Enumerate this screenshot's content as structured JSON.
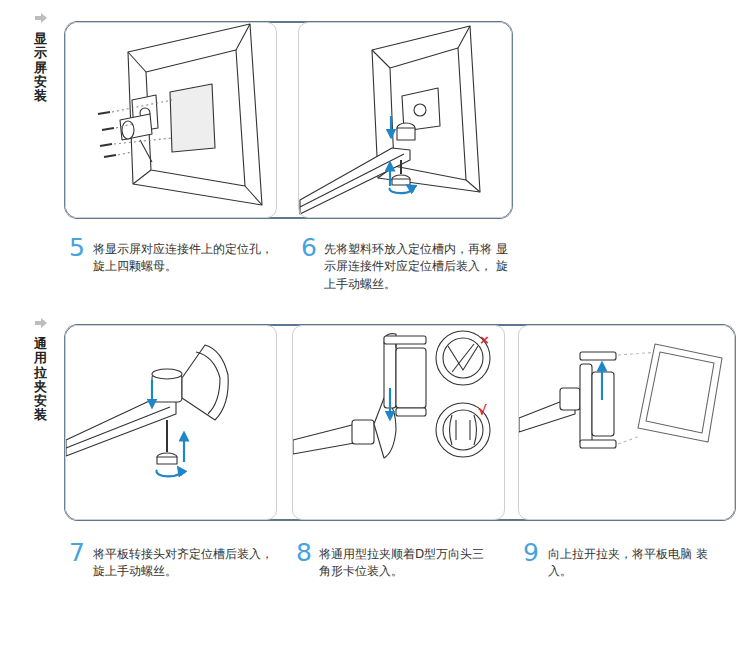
{
  "diagram": {
    "nodes": [
      {
        "text": [
          "5",
          "将显示屏对应连接件上的定位孔， 旋上四颗螺母。"
        ]
      },
      {
        "text": [
          "6",
          "先将塑料环放入定位槽内，再将 显示屏连接件对应定位槽后装入， 旋上手动螺丝。"
        ]
      },
      {
        "text": [
          "7",
          "将平板转接头对齐定位槽后装入， 旋上手动螺丝。"
        ]
      },
      {
        "text": [
          "8",
          "将通用型拉夹顺着D型万向头三 角形卡位装入。"
        ]
      },
      {
        "text": [
          "9",
          "向上拉开拉夹，将平板电脑 装入。"
        ]
      }
    ],
    "labels": [
      "显示屏安装",
      "通用拉夹安装",
      "×",
      "√"
    ]
  }
}
